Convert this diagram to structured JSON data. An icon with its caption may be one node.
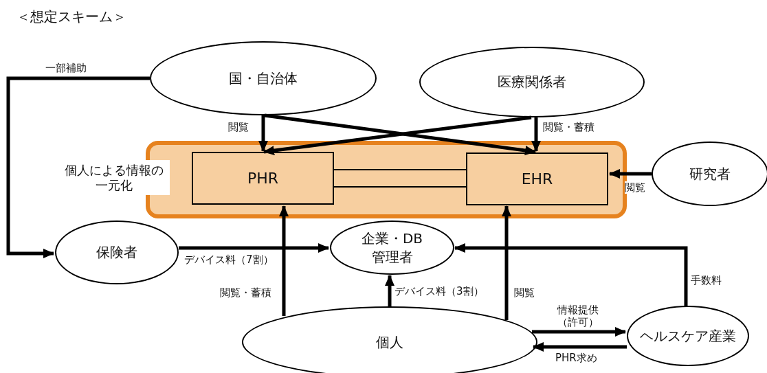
{
  "diagram": {
    "title": "＜想定スキーム＞",
    "nodes": [
      {
        "text": [
          "国・自治体"
        ]
      },
      {
        "text": [
          "医療関係者"
        ]
      },
      {
        "text": [
          "個人による情報の一元化"
        ]
      },
      {
        "text": [
          "PHR"
        ],
        "in": 2
      },
      {
        "text": [
          "EHR"
        ],
        "in": 2
      },
      {
        "text": [
          "研究者"
        ]
      },
      {
        "text": [
          "保険者"
        ]
      },
      {
        "text": [
          "企業・DB管理者"
        ]
      },
      {
        "text": [
          "個人"
        ]
      },
      {
        "text": [
          "ヘルスケア産業"
        ]
      }
    ],
    "edges": [
      {
        "from": 0,
        "to": 6,
        "arrow": "to",
        "label": "一部補助"
      },
      {
        "from": 0,
        "to": 3,
        "arrow": "to",
        "label": "閲覧"
      },
      {
        "from": 0,
        "to": 4,
        "arrow": "to"
      },
      {
        "from": 1,
        "to": 3,
        "arrow": "to"
      },
      {
        "from": 1,
        "to": 4,
        "arrow": "to",
        "label": "閲覧・蓄積"
      },
      {
        "from": 3,
        "to": 4,
        "arrow": "none"
      },
      {
        "from": 5,
        "to": 4,
        "arrow": "to",
        "label": "閲覧"
      },
      {
        "from": 6,
        "to": 7,
        "arrow": "to",
        "label": "デバイス料（7割）"
      },
      {
        "from": 8,
        "to": 3,
        "arrow": "to",
        "label": "閲覧・蓄積"
      },
      {
        "from": 8,
        "to": 7,
        "arrow": "to",
        "label": "デバイス料（3割）"
      },
      {
        "from": 8,
        "to": 4,
        "arrow": "to",
        "label": "閲覧"
      },
      {
        "from": 9,
        "to": 7,
        "arrow": "to",
        "label": "手数料"
      },
      {
        "from": 8,
        "to": 9,
        "arrow": "to",
        "label": "情報提供（許可）"
      },
      {
        "from": 9,
        "to": 8,
        "arrow": "to",
        "label": "PHR求め"
      }
    ]
  }
}
